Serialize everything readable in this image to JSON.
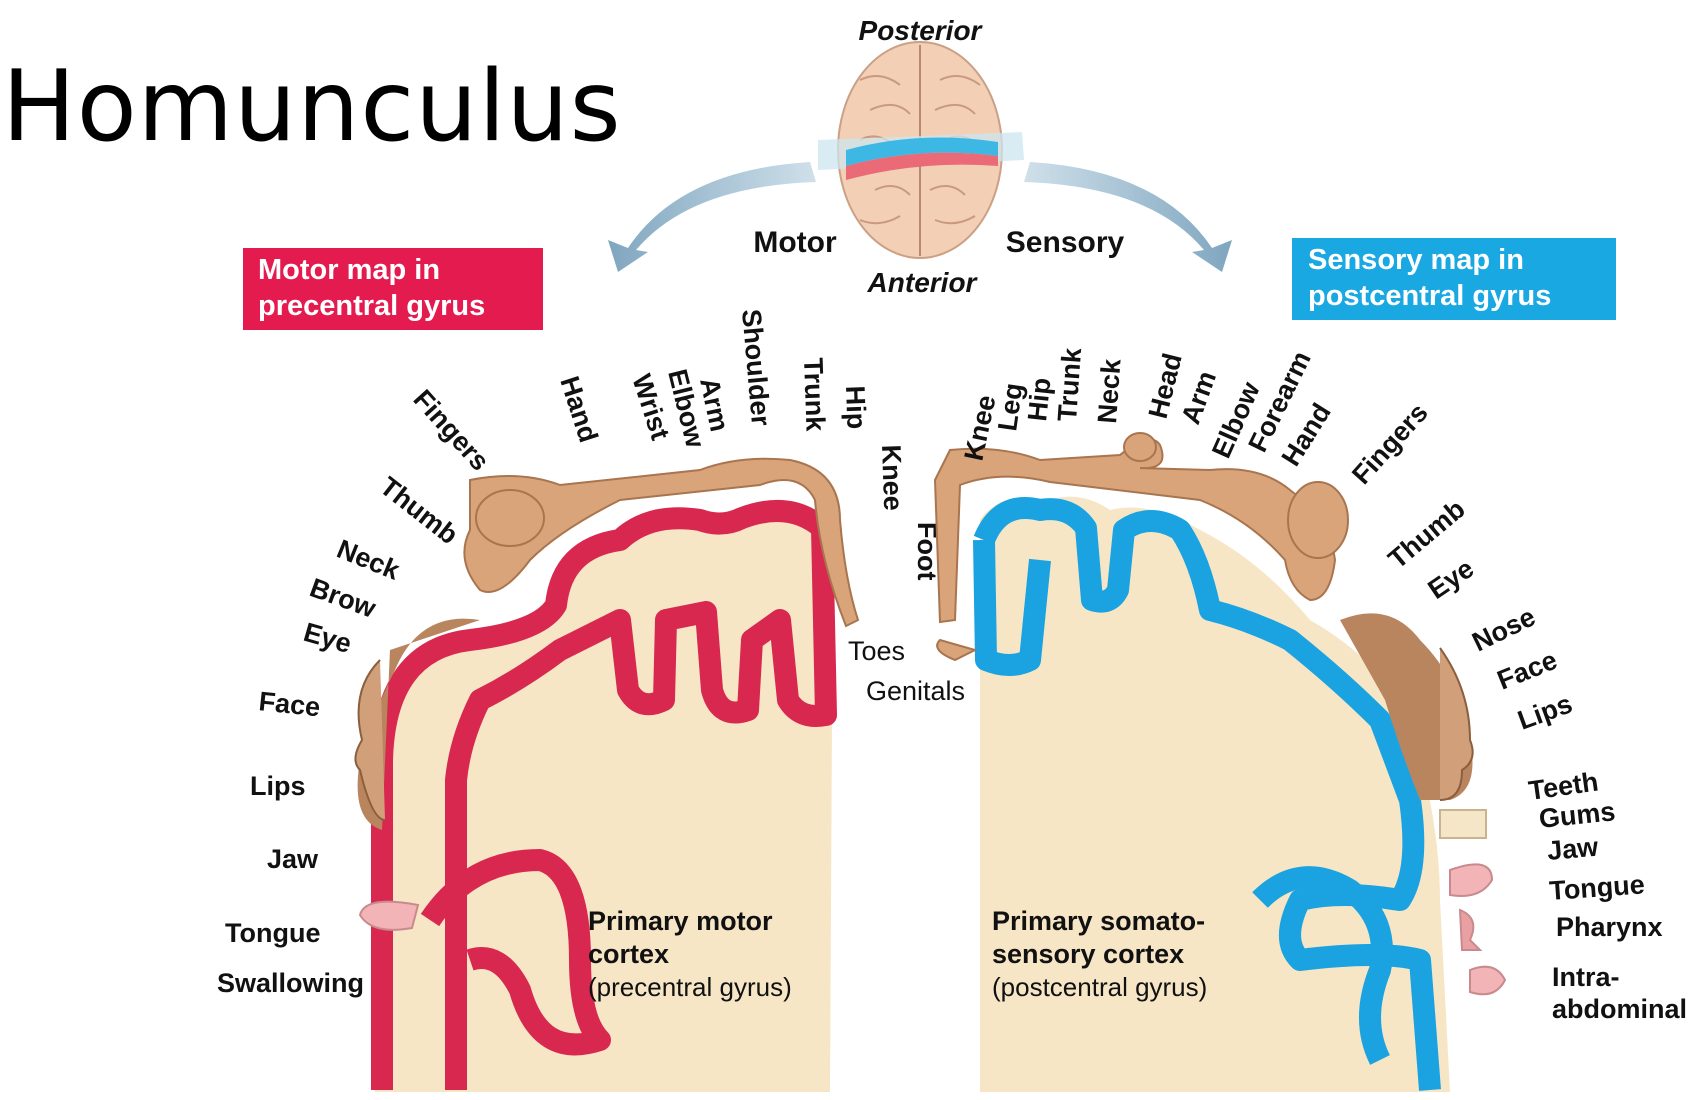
{
  "title": "Homunculus",
  "orientation": {
    "top": "Posterior",
    "bottom": "Anterior",
    "left": "Motor",
    "right": "Sensory"
  },
  "motor_box": {
    "line1": "Motor map in",
    "line2": "precentral gyrus",
    "color": "#e31b4f"
  },
  "sensory_box": {
    "line1": "Sensory map in",
    "line2": "postcentral gyrus",
    "color": "#1aa8e2"
  },
  "motor_labels": {
    "fingers": "Fingers",
    "hand": "Hand",
    "wrist": "Wrist",
    "elbow": "Elbow",
    "arm": "Arm",
    "shoulder": "Shoulder",
    "trunk": "Trunk",
    "hip": "Hip",
    "knee": "Knee",
    "foot": "Foot",
    "toes": "Toes",
    "thumb": "Thumb",
    "neck": "Neck",
    "brow": "Brow",
    "eye": "Eye",
    "face": "Face",
    "lips": "Lips",
    "jaw": "Jaw",
    "tongue": "Tongue",
    "swallowing": "Swallowing"
  },
  "sensory_labels": {
    "genitals": "Genitals",
    "knee": "Knee",
    "leg": "Leg",
    "hip": "Hip",
    "trunk": "Trunk",
    "neck": "Neck",
    "head": "Head",
    "arm": "Arm",
    "elbow": "Elbow",
    "forearm": "Forearm",
    "hand": "Hand",
    "fingers": "Fingers",
    "thumb": "Thumb",
    "eye": "Eye",
    "nose": "Nose",
    "face": "Face",
    "lips": "Lips",
    "teeth": "Teeth",
    "gums": "Gums",
    "jaw": "Jaw",
    "tongue": "Tongue",
    "pharynx": "Pharynx",
    "intra1": "Intra-",
    "intra2": "abdominal"
  },
  "motor_caption": {
    "line1": "Primary motor",
    "line2": "cortex",
    "line3": "(precentral gyrus)"
  },
  "sensory_caption": {
    "line1": "Primary somato-",
    "line2": "sensory cortex",
    "line3": "(postcentral gyrus)"
  },
  "colors": {
    "motor_cortex": "#d8284f",
    "sensory_cortex": "#1aa3e0",
    "white_matter": "#f6e6c6",
    "skin": "#d9a47a",
    "arrow": "#a9c4d4"
  }
}
